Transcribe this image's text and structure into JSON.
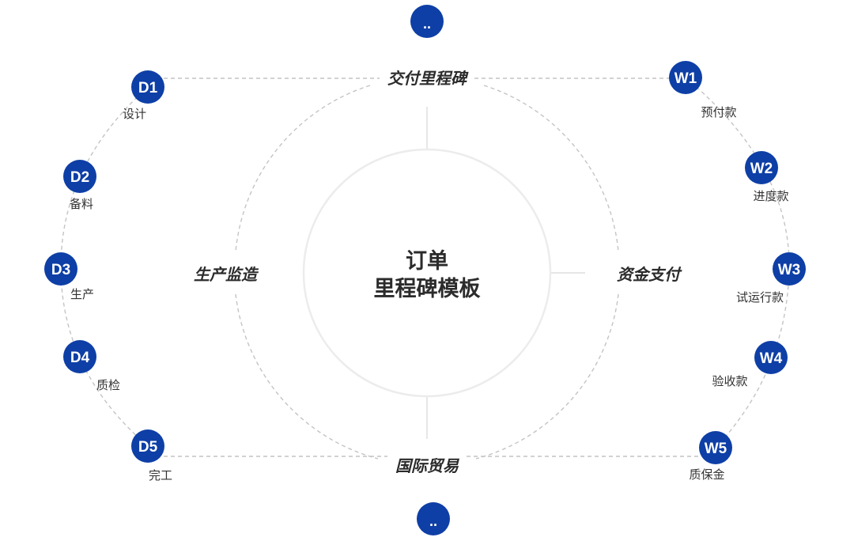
{
  "center": {
    "line1": "订单",
    "line2": "里程碑模板"
  },
  "categories": {
    "top": "交付里程碑",
    "bottom": "国际贸易",
    "left": "生产监造",
    "right": "资金支付"
  },
  "top_dot": "..",
  "bottom_dot": "..",
  "delivery_steps": [
    {
      "code": "D1",
      "label": "设计"
    },
    {
      "code": "D2",
      "label": "备料"
    },
    {
      "code": "D3",
      "label": "生产"
    },
    {
      "code": "D4",
      "label": "质检"
    },
    {
      "code": "D5",
      "label": "完工"
    }
  ],
  "payment_steps": [
    {
      "code": "W1",
      "label": "预付款"
    },
    {
      "code": "W2",
      "label": "进度款"
    },
    {
      "code": "W3",
      "label": "试运行款"
    },
    {
      "code": "W4",
      "label": "验收款"
    },
    {
      "code": "W5",
      "label": "质保金"
    }
  ],
  "colors": {
    "node": "#0e3fa6",
    "dashed_line": "#c4c4c4",
    "inner_ring": "#ececec",
    "text": "#2b2b2b"
  }
}
